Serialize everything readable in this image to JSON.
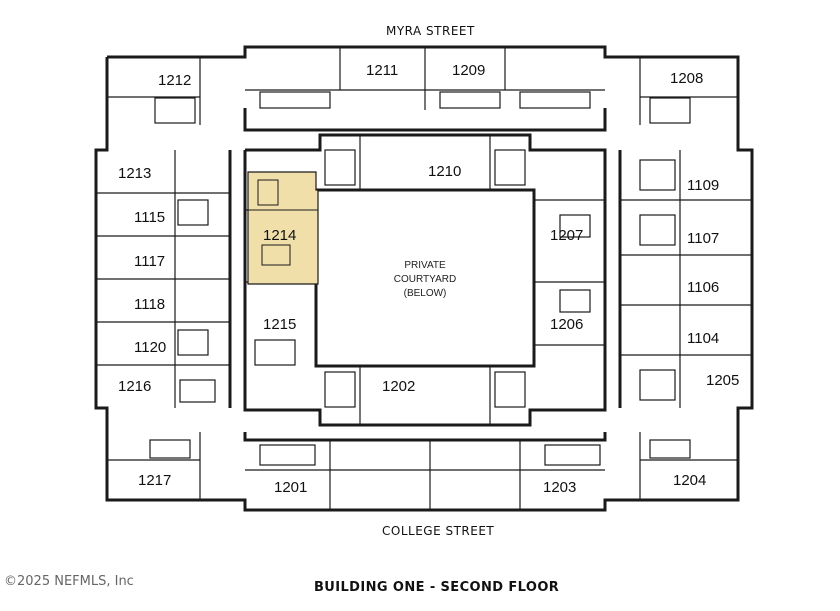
{
  "streets": {
    "north": "MYRA STREET",
    "south": "COLLEGE STREET"
  },
  "courtyard": {
    "line1": "PRIVATE",
    "line2": "COURTYARD",
    "line3": "(BELOW)"
  },
  "units": {
    "u1212": "1212",
    "u1211": "1211",
    "u1209": "1209",
    "u1208": "1208",
    "u1213": "1213",
    "u1210": "1210",
    "u1109": "1109",
    "u1115": "1115",
    "u1214": "1214",
    "u1207": "1207",
    "u1107": "1107",
    "u1117": "1117",
    "u1106": "1106",
    "u1118": "1118",
    "u1215": "1215",
    "u1206": "1206",
    "u1104": "1104",
    "u1120": "1120",
    "u1216": "1216",
    "u1202": "1202",
    "u1205": "1205",
    "u1217": "1217",
    "u1201": "1201",
    "u1203": "1203",
    "u1204": "1204"
  },
  "highlighted_unit": "1214",
  "colors": {
    "highlight": "#f1dfaa",
    "wall": "#1a1a1a"
  },
  "caption": "BUILDING ONE - SECOND FLOOR",
  "copyright": "©2025 NEFMLS, Inc"
}
